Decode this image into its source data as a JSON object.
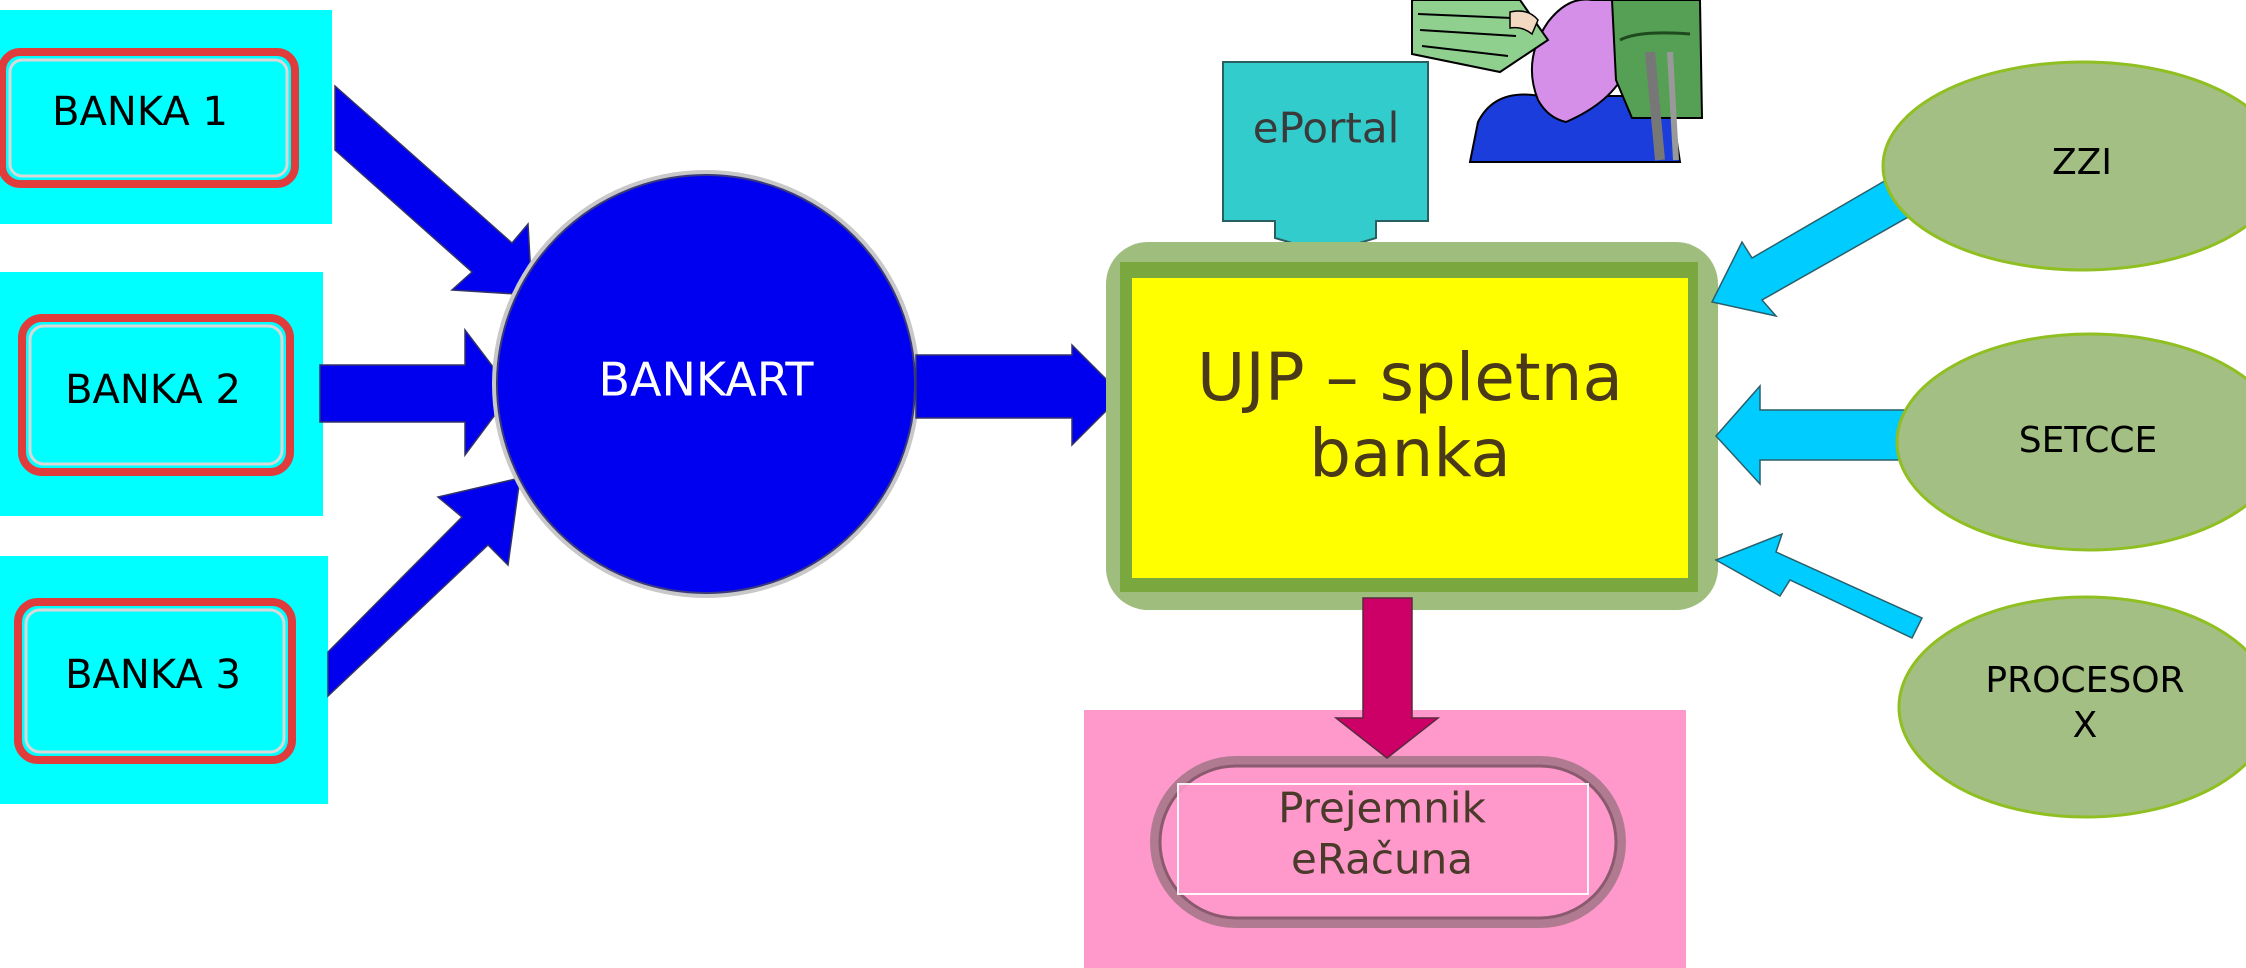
{
  "banks": [
    {
      "label": "BANKA 1"
    },
    {
      "label": "BANKA 2"
    },
    {
      "label": "BANKA 3"
    }
  ],
  "hub": {
    "label": "BANKART"
  },
  "center": {
    "line1": "UJP – spletna",
    "line2": "banka"
  },
  "portal": {
    "label": "ePortal"
  },
  "recipient": {
    "line1": "Prejemnik",
    "line2": "eRačuna"
  },
  "providers": [
    {
      "label": "ZZI"
    },
    {
      "label": "SETCCE"
    },
    {
      "line1": "PROCESOR",
      "line2": "X"
    }
  ],
  "colors": {
    "cyan": "#00ffff",
    "bank_border": "#e03c3c",
    "hub": "#0000f0",
    "center_fill": "#ffff00",
    "center_frame": "#9fbd7c",
    "portal": "#33cccc",
    "recipient_bg": "#ff99cc",
    "arrow_blue": "#0000ee",
    "arrow_cyan": "#00ccff",
    "arrow_magenta": "#cc0066",
    "provider_fill": "#a4bf84"
  },
  "icons": {
    "clipart": "person-at-computer-icon"
  }
}
